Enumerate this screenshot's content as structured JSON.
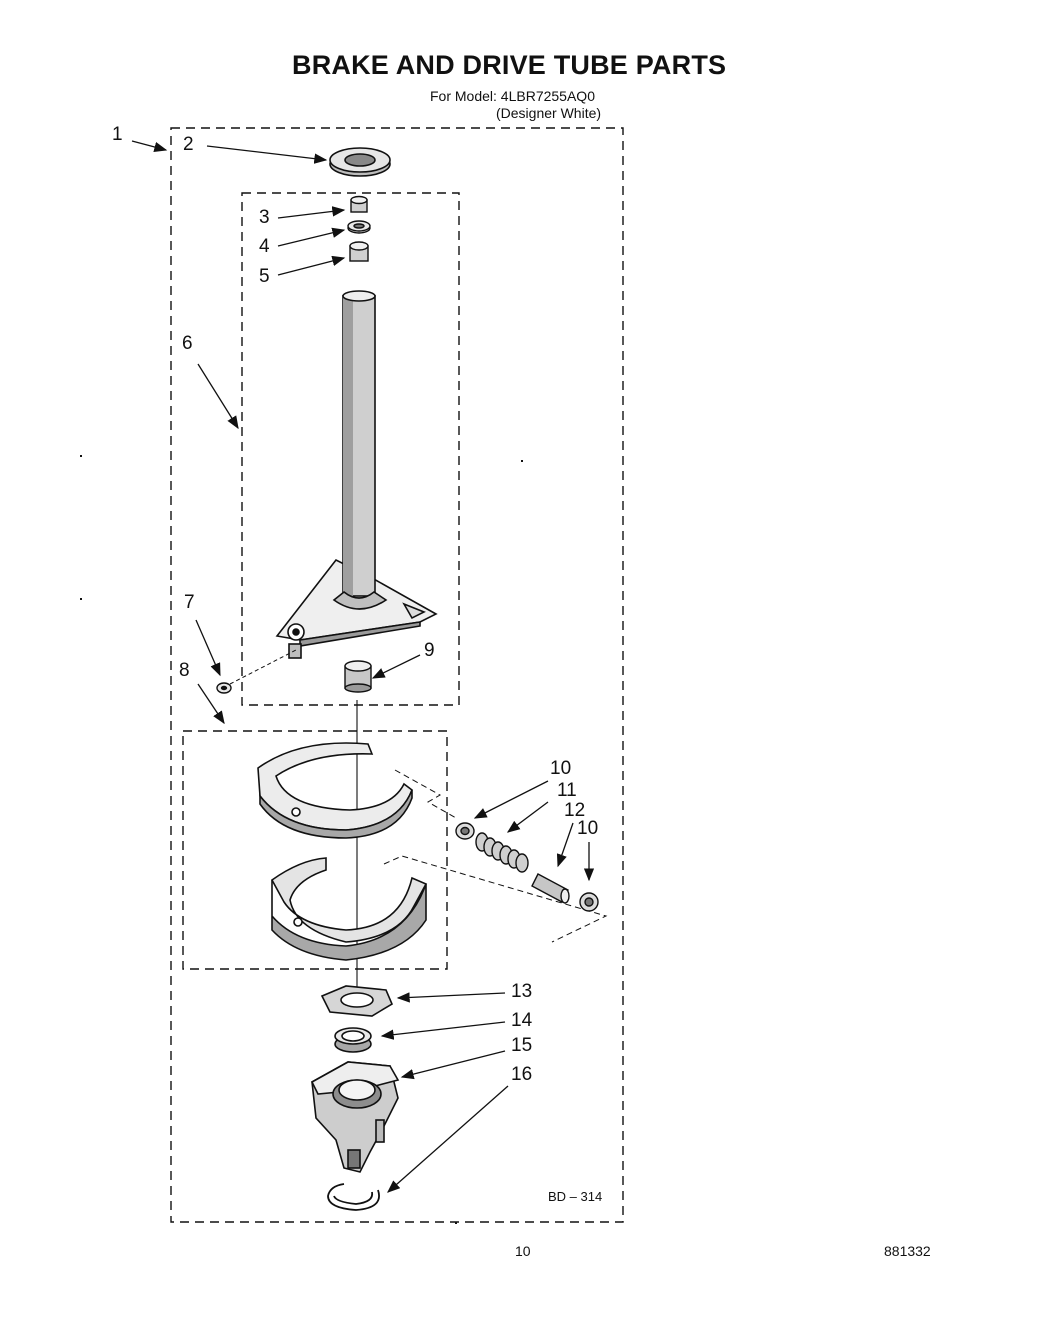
{
  "header": {
    "title": "BRAKE AND DRIVE TUBE PARTS",
    "model_line": "For Model: 4LBR7255AQ0",
    "color_line": "(Designer White)"
  },
  "callouts": {
    "c1": "1",
    "c2": "2",
    "c3": "3",
    "c4": "4",
    "c5": "5",
    "c6": "6",
    "c7": "7",
    "c8": "8",
    "c9": "9",
    "c10a": "10",
    "c11": "11",
    "c12": "12",
    "c10b": "10",
    "c13": "13",
    "c14": "14",
    "c15": "15",
    "c16": "16"
  },
  "diagram_code": "BD – 314",
  "footer": {
    "page_number": "10",
    "doc_number": "881332"
  }
}
